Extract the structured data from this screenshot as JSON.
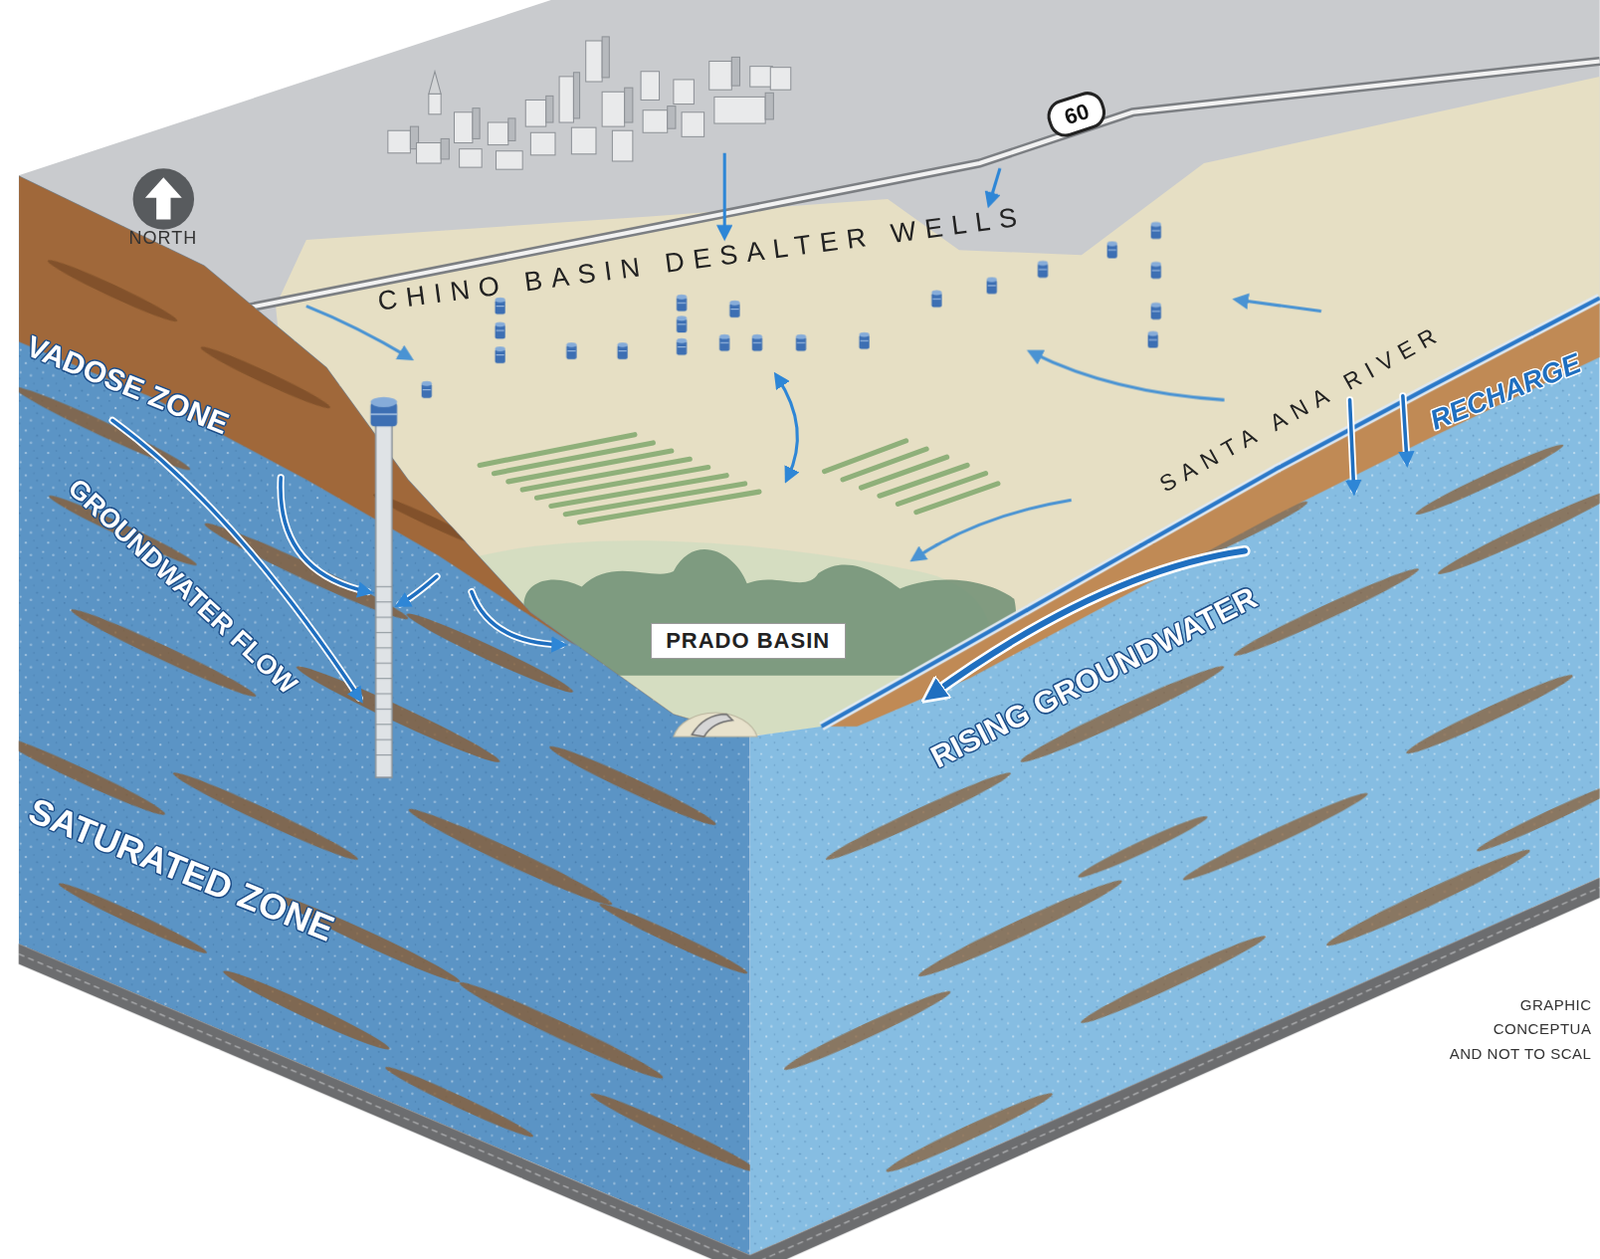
{
  "diagram": {
    "nodes": [
      {
        "text": [
          "PRADO BASIN"
        ]
      }
    ],
    "labels": [
      "NORTH",
      "60",
      "CHINO BASIN DESALTER WELLS",
      "VADOSE ZONE",
      "GROUNDWATER FLOW",
      "SATURATED ZONE",
      "SANTA ANA RIVER",
      "RECHARGE",
      "RISING GROUNDWATER",
      "GRAPHIC",
      "CONCEPTUA",
      "AND NOT TO SCAL"
    ]
  }
}
